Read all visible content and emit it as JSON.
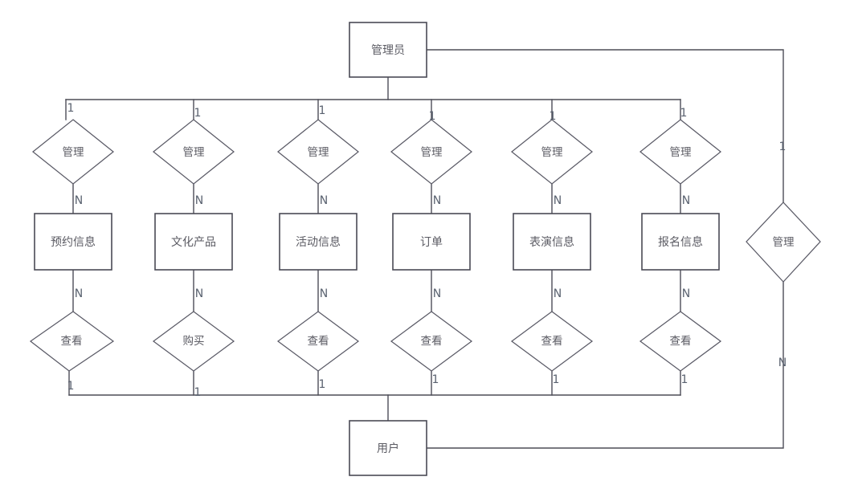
{
  "diagram": {
    "type": "er-diagram",
    "title": "",
    "background_color": "#ffffff",
    "shape_stroke_color": "#4a4a55",
    "connector_color": "#4d4d57",
    "text_color": "#5b5b63",
    "cardinality_color": "#5a6270",
    "top_entity": {
      "label": "管理员"
    },
    "bottom_entity": {
      "label": "用户"
    },
    "columns": [
      {
        "manage_relation": "管理",
        "manage_top_card": "1",
        "manage_bottom_card": "N",
        "entity": "预约信息",
        "user_relation": "查看",
        "user_top_card": "N",
        "user_bottom_card": "1"
      },
      {
        "manage_relation": "管理",
        "manage_top_card": "1",
        "manage_bottom_card": "N",
        "entity": "文化产品",
        "user_relation": "购买",
        "user_top_card": "N",
        "user_bottom_card": "1"
      },
      {
        "manage_relation": "管理",
        "manage_top_card": "1",
        "manage_bottom_card": "N",
        "entity": "活动信息",
        "user_relation": "查看",
        "user_top_card": "N",
        "user_bottom_card": "1"
      },
      {
        "manage_relation": "管理",
        "manage_top_card": "1",
        "manage_bottom_card": "N",
        "entity": "订单",
        "user_relation": "查看",
        "user_top_card": "N",
        "user_bottom_card": "1"
      },
      {
        "manage_relation": "管理",
        "manage_top_card": "1",
        "manage_bottom_card": "N",
        "entity": "表演信息",
        "user_relation": "查看",
        "user_top_card": "N",
        "user_bottom_card": "1"
      },
      {
        "manage_relation": "管理",
        "manage_top_card": "1",
        "manage_bottom_card": "N",
        "entity": "报名信息",
        "user_relation": "查看",
        "user_top_card": "N",
        "user_bottom_card": "1"
      }
    ],
    "side_relation": {
      "label": "管理",
      "top_card": "1",
      "bottom_card": "N"
    }
  }
}
